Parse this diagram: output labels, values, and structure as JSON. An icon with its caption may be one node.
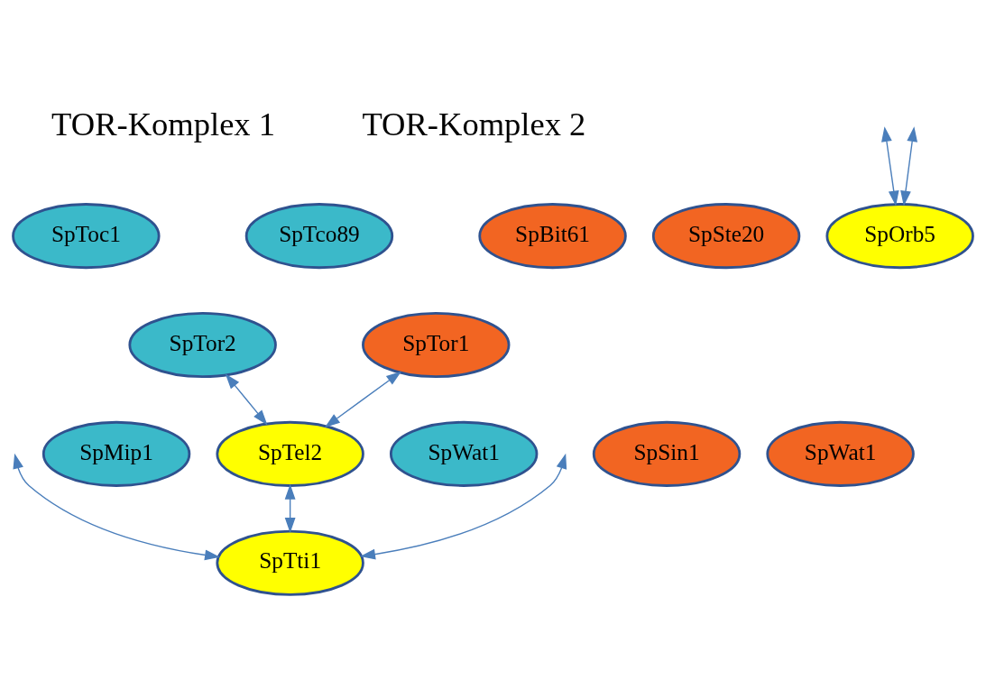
{
  "diagram": {
    "nodes": [
      {
        "text": [
          "SpToc1"
        ]
      },
      {
        "text": [
          "SpTco89"
        ]
      },
      {
        "text": [
          "SpTor2"
        ]
      },
      {
        "text": [
          "SpMip1"
        ]
      },
      {
        "text": [
          "SpWat1"
        ]
      },
      {
        "text": [
          "SpBit61"
        ]
      },
      {
        "text": [
          "SpSte20"
        ]
      },
      {
        "text": [
          "SpTor1"
        ]
      },
      {
        "text": [
          "SpSin1"
        ]
      },
      {
        "text": [
          "SpWat1"
        ]
      },
      {
        "text": [
          "SpTel2"
        ]
      },
      {
        "text": [
          "SpTti1"
        ]
      },
      {
        "text": [
          "SpOrb5"
        ]
      }
    ],
    "edges": [
      {
        "from": 2,
        "to": 10,
        "arrow": "both"
      },
      {
        "from": null,
        "to": 11,
        "arrow": "both"
      },
      {
        "from": null,
        "to": 12,
        "arrow": "both"
      },
      {
        "from": 7,
        "to": 10,
        "arrow": "both"
      },
      {
        "from": null,
        "to": 11,
        "arrow": "both"
      },
      {
        "from": null,
        "to": 12,
        "arrow": "both"
      },
      {
        "from": 10,
        "to": 11,
        "arrow": "both"
      }
    ],
    "labels": [
      "TOR-Komplex 1",
      "TOR-Komplex 2"
    ]
  }
}
